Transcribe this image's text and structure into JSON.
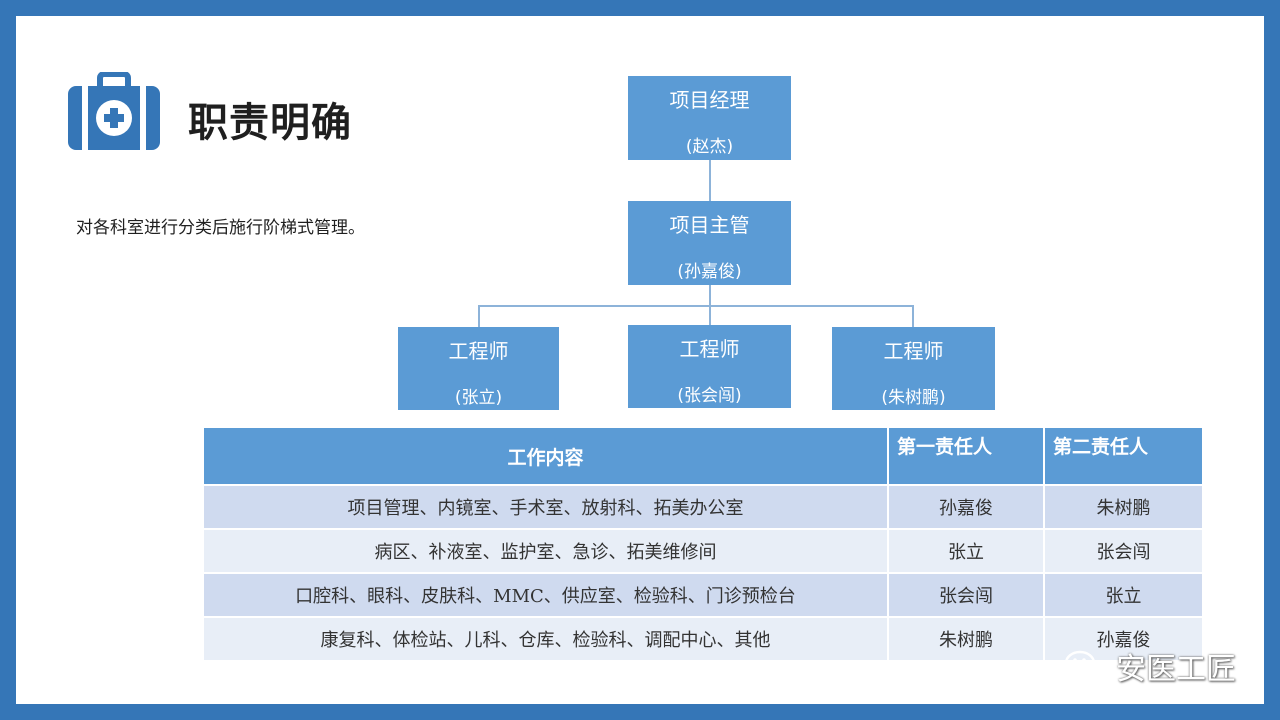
{
  "header": {
    "title": "职责明确",
    "description": "对各科室进行分类后施行阶梯式管理。"
  },
  "icon": "medical-kit-icon",
  "colors": {
    "frame": "#3576b7",
    "node": "#5b9bd5",
    "row_odd": "#cfdaef",
    "row_even": "#e8eef7"
  },
  "org_chart": {
    "manager": {
      "role": "项目经理",
      "name": "(赵杰)"
    },
    "supervisor": {
      "role": "项目主管",
      "name": "(孙嘉俊)"
    },
    "engineers": [
      {
        "role": "工程师",
        "name": "(张立)"
      },
      {
        "role": "工程师",
        "name": "(张会闯)"
      },
      {
        "role": "工程师",
        "name": "(朱树鹏)"
      }
    ]
  },
  "table": {
    "headers": [
      "工作内容",
      "第一责任人",
      "第二责任人"
    ],
    "rows": [
      [
        "项目管理、内镜室、手术室、放射科、拓美办公室",
        "孙嘉俊",
        "朱树鹏"
      ],
      [
        "病区、补液室、监护室、急诊、拓美维修间",
        "张立",
        "张会闯"
      ],
      [
        "口腔科、眼科、皮肤科、MMC、供应室、检验科、门诊预检台",
        "张会闯",
        "张立"
      ],
      [
        "康复科、体检站、儿科、仓库、检验科、调配中心、其他",
        "朱树鹏",
        "孙嘉俊"
      ]
    ]
  },
  "watermark": {
    "text": "安医工匠",
    "icon": "wechat-icon"
  }
}
